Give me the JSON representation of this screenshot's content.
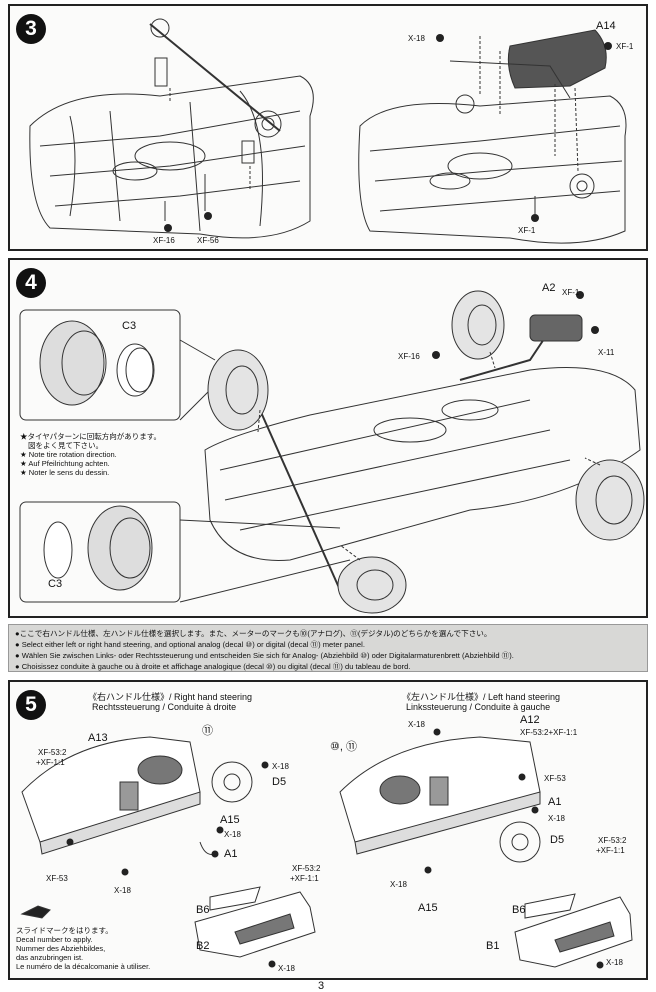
{
  "steps": {
    "s3": {
      "number": "3",
      "labels": {
        "xf16": "XF-16",
        "xf56": "XF-56",
        "x18": "X-18",
        "a14": "A14",
        "xf1a": "XF-1",
        "xf1b": "XF-1"
      }
    },
    "s4": {
      "number": "4",
      "labels": {
        "c3a": "C3",
        "c3b": "C3",
        "a2": "A2",
        "xf1": "XF-1",
        "xf16": "XF-16",
        "x11": "X-11"
      },
      "tire_note": [
        "★タイヤパターンに回転方向があります。",
        "図をよく見て下さい。",
        "★ Note tire rotation direction.",
        "★ Auf Pfeilrichtung achten.",
        "★ Noter le sens du dessin."
      ]
    },
    "s5": {
      "number": "5",
      "right_header_1": "《右ハンドル仕様》/ Right hand steering",
      "right_header_2": "Rechtssteuerung / Conduite à droite",
      "left_header_1": "《左ハンドル仕様》/ Left hand steering",
      "left_header_2": "Linkssteuerung / Conduite à gauche",
      "labels": {
        "a13": "A13",
        "r_xf53_2": "XF-53:2",
        "r_xf1_1": "+XF-1:1",
        "r_xf53": "XF-53",
        "r_x18a": "X-18",
        "r_x18b": "X-18",
        "d5a": "D5",
        "a15a": "A15",
        "a1a": "A1",
        "r_x18c": "X-18",
        "r_decal": "⑪",
        "r_xf53_2b": "XF-53:2",
        "r_xf1_1b": "+XF-1:1",
        "b6a": "B6",
        "b2": "B2",
        "r_x18d": "X-18",
        "a12": "A12",
        "l_xf53_2": "XF-53:2+XF-1:1",
        "l_x18a": "X-18",
        "l_xf53": "XF-53",
        "a1b": "A1",
        "l_x18b": "X-18",
        "d5b": "D5",
        "l_x18c": "X-18",
        "a15b": "A15",
        "l_decal": "⑩, ⑪",
        "l_xf53_2b": "XF-53:2",
        "l_xf1_1b": "+XF-1:1",
        "b6b": "B6",
        "b1": "B1",
        "l_x18d": "X-18"
      },
      "decal_note": [
        "スライドマークをはります。",
        "Decal number to apply.",
        "Nummer des Abziehbildes,",
        "das anzubringen ist.",
        "Le numéro de la décalcomanie à utiliser."
      ]
    }
  },
  "instructions": [
    "●ここで右ハンドル仕様、左ハンドル仕様を選択します。また、メーターのマークも⑩(アナログ)、⑪(デジタル)のどちらかを選んで下さい。",
    "● Select either left or right hand steering, and optional analog (decal ⑩) or digital (decal ⑪) meter panel.",
    "● Wählen Sie zwischen Links- oder Rechtssteuerung und entscheiden Sie sich für Analog- (Abziehbild ⑩) oder Digitalarmaturenbrett (Abziehbild ⑪).",
    "● Choisissez conduite à gauche ou à droite et affichage analogique (decal ⑩) ou digital (decal ⑪) du tableau de bord."
  ],
  "page_number": "3"
}
